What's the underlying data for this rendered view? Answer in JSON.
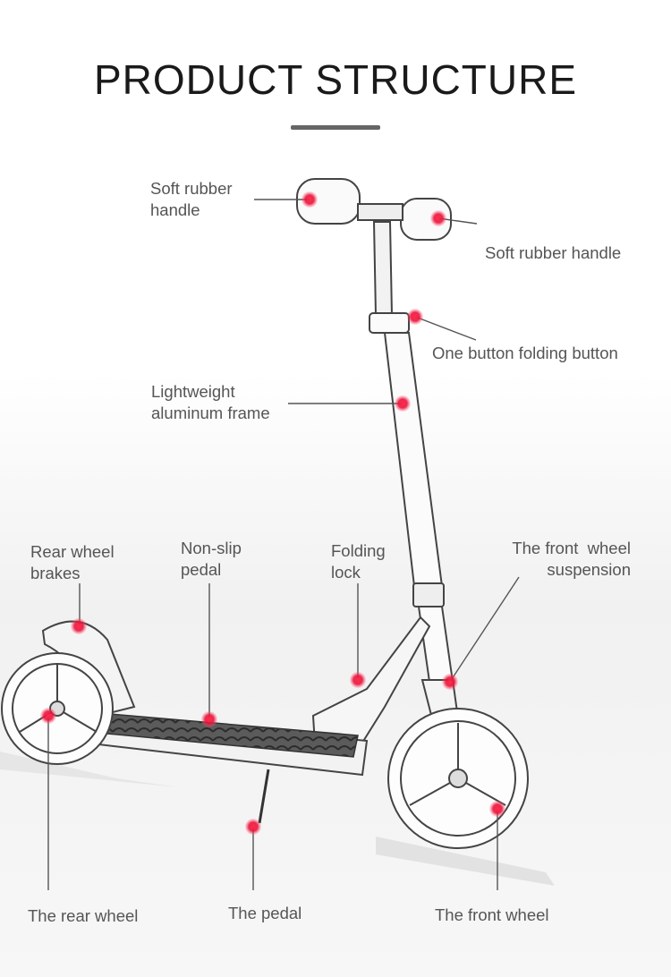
{
  "title": "PRODUCT STRUCTURE",
  "labels": {
    "soft_rubber_handle_left_1": "Soft rubber",
    "soft_rubber_handle_left_2": "handle",
    "soft_rubber_handle_right": "Soft rubber handle",
    "folding_button": "One button folding button",
    "frame_1": "Lightweight",
    "frame_2": "aluminum frame",
    "rear_brakes_1": "Rear wheel",
    "rear_brakes_2": "brakes",
    "pedal_nonslip_1": "Non-slip",
    "pedal_nonslip_2": "pedal",
    "folding_lock_1": "Folding",
    "folding_lock_2": "lock",
    "front_suspension_1": "The front  wheel",
    "front_suspension_2": "suspension",
    "rear_wheel": "The rear wheel",
    "the_pedal": "The pedal",
    "front_wheel": "The front wheel"
  },
  "colors": {
    "marker": "#e8143a",
    "leader_line": "#555555",
    "title": "#1a1a1a"
  }
}
